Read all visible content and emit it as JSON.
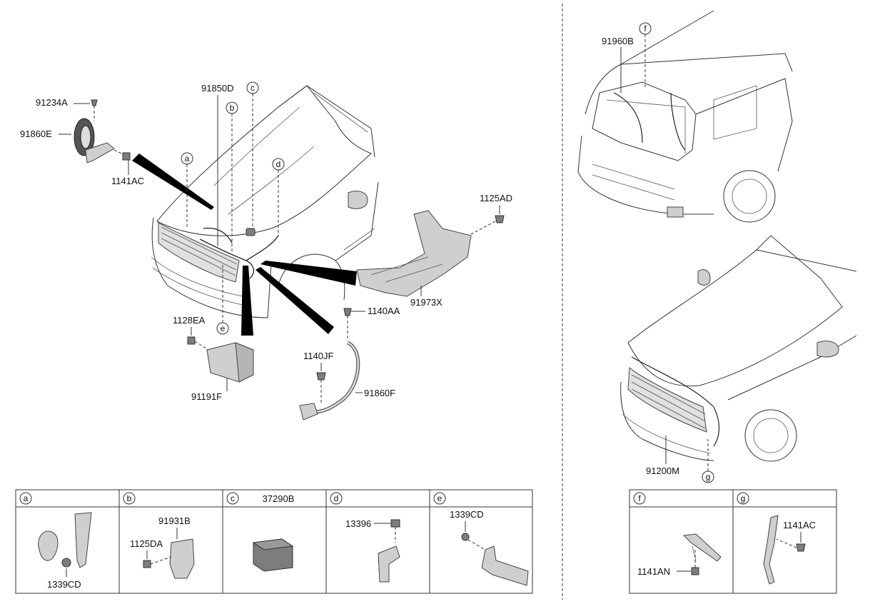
{
  "labels": {
    "p91234A": "91234A",
    "p91860E": "91860E",
    "p1141AC_top": "1141AC",
    "p91850D": "91850D",
    "p1125AD": "1125AD",
    "p91973X": "91973X",
    "p1128EA": "1128EA",
    "p1140AA": "1140AA",
    "p1140JF": "1140JF",
    "p91860F": "91860F",
    "p91191F": "91191F",
    "p91960B": "91960B",
    "p91200M": "91200M"
  },
  "callouts": {
    "a": "a",
    "b": "b",
    "c": "c",
    "d": "d",
    "e": "e",
    "f": "f",
    "g": "g"
  },
  "tables": {
    "left": {
      "headers": [
        "a",
        "b",
        "c",
        "d",
        "e"
      ],
      "c_part": "37290B",
      "a_parts": [
        "1339CD"
      ],
      "b_parts": [
        "91931B",
        "1125DA"
      ],
      "d_parts": [
        "13396"
      ],
      "e_parts": [
        "1339CD"
      ]
    },
    "right": {
      "headers": [
        "f",
        "g"
      ],
      "f_parts": [
        "1141AN"
      ],
      "g_parts": [
        "1141AC"
      ]
    }
  }
}
